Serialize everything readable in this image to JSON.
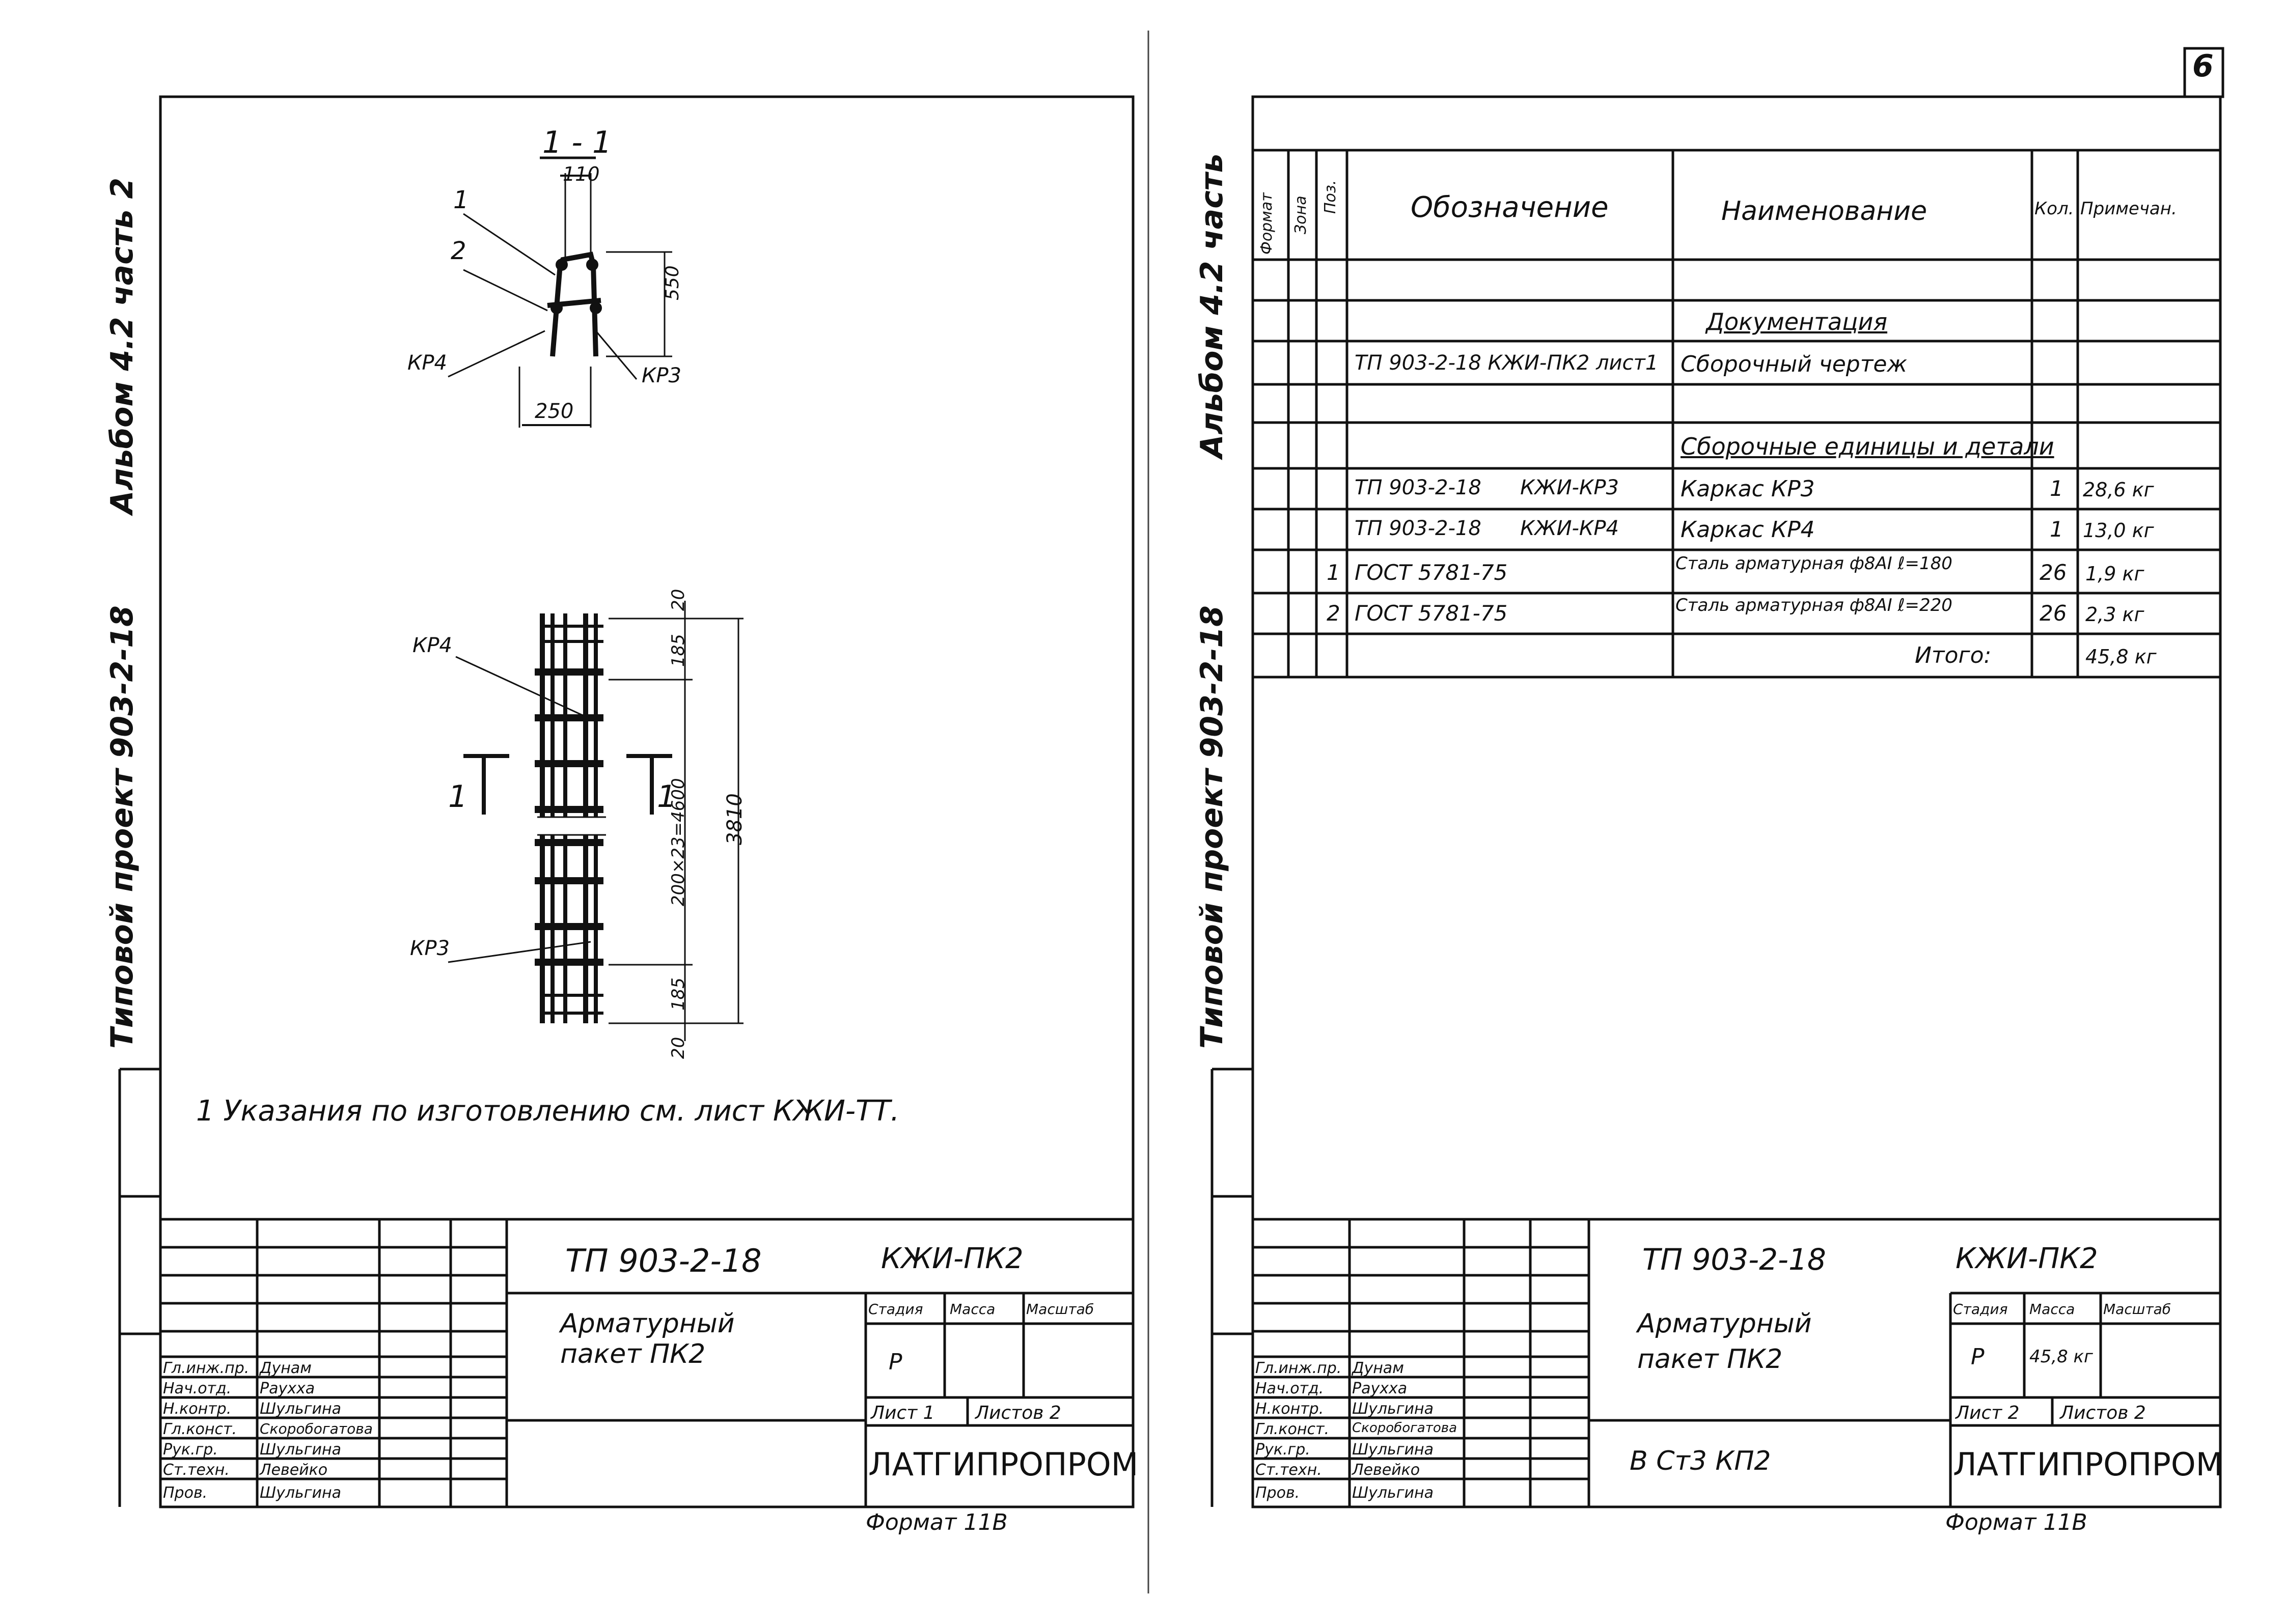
{
  "page_number": "6",
  "left_sheet": {
    "side_labels": [
      "Альбом 4.2 часть 2",
      "Типовой проект 903-2-18"
    ],
    "section": {
      "title": "1 - 1",
      "dim_top": "110",
      "dim_height": "550",
      "dim_base": "250",
      "pos1": "1",
      "pos2": "2",
      "kr4": "КР4",
      "kr3": "КР3"
    },
    "elevation": {
      "kr4": "КР4",
      "kr3": "КР3",
      "cut_left": "1",
      "cut_right": "1",
      "dim_top_small": "20",
      "dim_top": "185",
      "dim_mid": "200×23=4600",
      "dim_bottom": "185",
      "dim_bottom_small": "20",
      "dim_total": "3810"
    },
    "note": "1 Указания по изготовлению см. лист КЖИ-ТТ.",
    "title_block": {
      "project": "ТП 903-2-18",
      "code": "КЖИ-ПК2",
      "name_line1": "Арматурный",
      "name_line2": "пакет ПК2",
      "hdr_stage": "Стадия",
      "hdr_mass": "Масса",
      "hdr_scale": "Масштаб",
      "stage": "Р",
      "sheet": "Лист 1",
      "sheets": "Листов 2",
      "org": "ЛАТГИПРОПРОМ",
      "roles": [
        "Гл.инж.пр.",
        "Нач.отд.",
        "Н.контр.",
        "Гл.конст.",
        "Рук.гр.",
        "Ст.техн.",
        "Пров."
      ],
      "names": [
        "Дунам",
        "Раухха",
        "Шульгина",
        "Скоробогатова",
        "Шульгина",
        "Левейко",
        "Шульгина"
      ],
      "format": "Формат 11В"
    }
  },
  "right_sheet": {
    "side_labels": [
      "Альбом 4.2 часть",
      "Типовой проект 903-2-18"
    ],
    "spec": {
      "headers": [
        "Формат",
        "Зона",
        "Поз.",
        "Обозначение",
        "Наименование",
        "Кол.",
        "Примечан."
      ],
      "rows": [
        {
          "fmt": "",
          "zone": "",
          "pos": "",
          "code": "",
          "name": "",
          "qty": "",
          "note": ""
        },
        {
          "fmt": "",
          "zone": "",
          "pos": "",
          "code": "",
          "name": "Документация",
          "qty": "",
          "note": ""
        },
        {
          "fmt": "",
          "zone": "",
          "pos": "",
          "code": "ТП 903-2-18 КЖИ-ПК2 лист1",
          "name": "Сборочный чертеж",
          "qty": "",
          "note": ""
        },
        {
          "fmt": "",
          "zone": "",
          "pos": "",
          "code": "",
          "name": "",
          "qty": "",
          "note": ""
        },
        {
          "fmt": "",
          "zone": "",
          "pos": "",
          "code": "",
          "name": "Сборочные единицы и детали",
          "qty": "",
          "note": ""
        },
        {
          "fmt": "",
          "zone": "",
          "pos": "",
          "code": "ТП 903-2-18      КЖИ-КР3",
          "name": "Каркас  КР3",
          "qty": "1",
          "note": "28,6 кг"
        },
        {
          "fmt": "",
          "zone": "",
          "pos": "",
          "code": "ТП 903-2-18      КЖИ-КР4",
          "name": "Каркас  КР4",
          "qty": "1",
          "note": "13,0 кг"
        },
        {
          "fmt": "",
          "zone": "",
          "pos": "1",
          "code": "ГОСТ 5781-75",
          "name": "Сталь арматурная ф8АI  ℓ=180",
          "qty": "26",
          "note": "1,9 кг"
        },
        {
          "fmt": "",
          "zone": "",
          "pos": "2",
          "code": "ГОСТ 5781-75",
          "name": "Сталь арматурная ф8АI  ℓ=220",
          "qty": "26",
          "note": "2,3 кг"
        },
        {
          "fmt": "",
          "zone": "",
          "pos": "",
          "code": "",
          "name": "Итого:",
          "qty": "",
          "note": "45,8 кг"
        }
      ]
    },
    "title_block": {
      "project": "ТП 903-2-18",
      "code": "КЖИ-ПК2",
      "name_line1": "Арматурный",
      "name_line2": "пакет ПК2",
      "material": "В Ст3 КП2",
      "hdr_stage": "Стадия",
      "hdr_mass": "Масса",
      "hdr_scale": "Масштаб",
      "stage": "Р",
      "mass": "45,8 кг",
      "sheet": "Лист 2",
      "sheets": "Листов 2",
      "org": "ЛАТГИПРОПРОМ",
      "roles": [
        "Гл.инж.пр.",
        "Нач.отд.",
        "Н.контр.",
        "Гл.конст.",
        "Рук.гр.",
        "Ст.техн.",
        "Пров."
      ],
      "names": [
        "Дунам",
        "Раухха",
        "Шульгина",
        "Скоробогатова",
        "Шульгина",
        "Левейко",
        "Шульгина"
      ],
      "format": "Формат 11В"
    }
  }
}
